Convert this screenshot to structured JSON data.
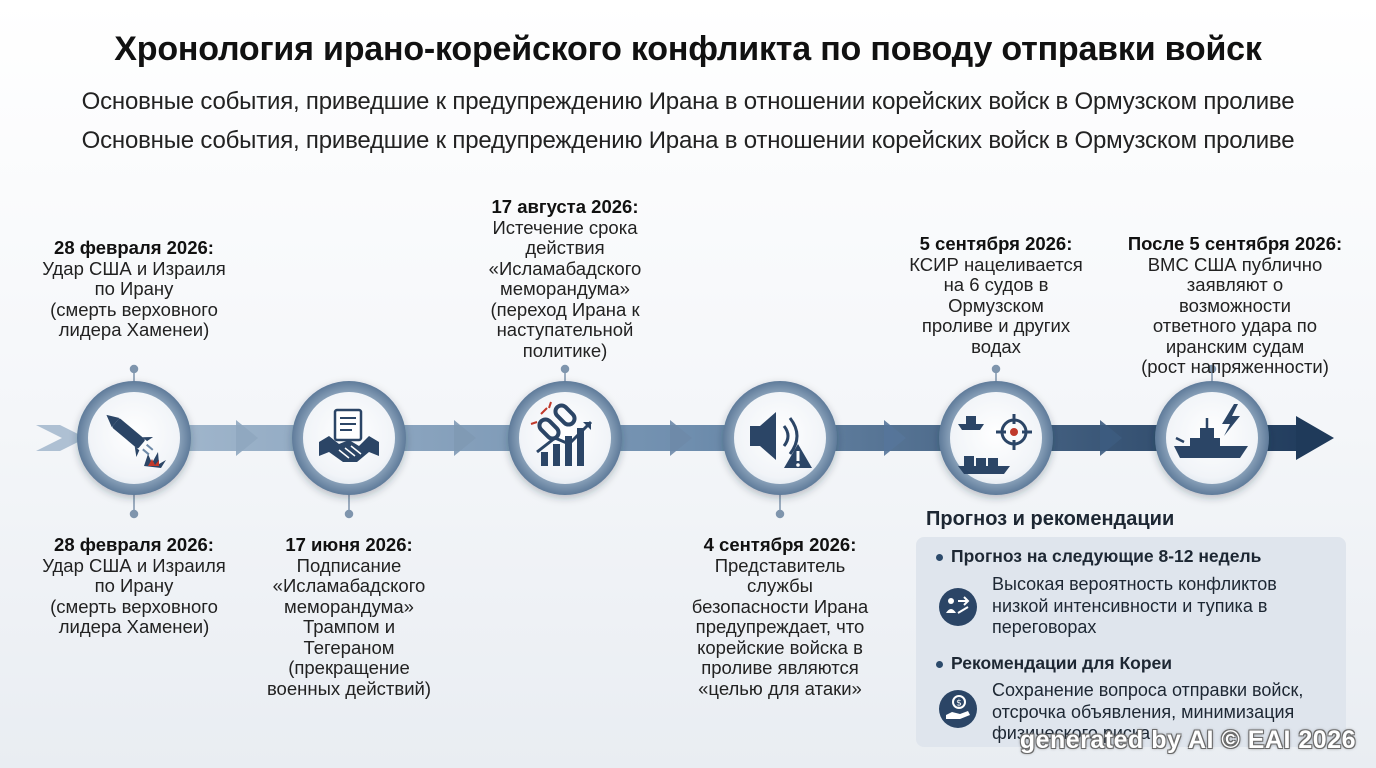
{
  "title": "Хронология ирано-корейского конфликта по поводу отправки войск",
  "subtitle_1": "Основные события, приведшие к предупреждению Ирана в отношении корейских войск в Ормузском проливе",
  "subtitle_2": "Основные события, приведшие к предупреждению Ирана в отношении корейских войск в Ормузском проливе",
  "events_top": [
    {
      "date": "28 февраля 2026:",
      "text": "Удар США и Израиля\nпо Ирану\n(смерть верховного\nлидера Хаменеи)"
    },
    {
      "date": "17 августа 2026:",
      "text": "Истечение срока\nдействия\n«Исламабадского\nмеморандума»\n(переход Ирана к\nнаступательной\nполитике)"
    },
    {
      "date": "5 сентября 2026:",
      "text": "КСИР нацеливается\nна 6 судов в\nОрмузском\nпроливе и других\nводах"
    },
    {
      "date": "После 5 сентября 2026:",
      "text": "ВМС США публично\nзаявляют о\nвозможности\nответного удара по\nиранским судам\n(рост напряженности)"
    }
  ],
  "events_bottom": [
    {
      "date": "28 февраля 2026:",
      "text": "Удар США и Израиля\nпо Ирану\n(смерть верховного\nлидера Хаменеи)"
    },
    {
      "date": "17 июня 2026:",
      "text": "Подписание\n«Исламабадского\nмеморандума»\nТрампом и\nТегераном\n(прекращение\nвоенных действий)"
    },
    {
      "date": "4 сентября 2026:",
      "text": "Представитель\nслужбы\nбезопасности Ирана\nпредупреждает, что\nкорейские войска в\nпроливе являются\n«целью для атаки»"
    }
  ],
  "timeline_icons": [
    "missile-icon",
    "handshake-document-icon",
    "broken-chain-chart-icon",
    "speaker-warning-icon",
    "ships-target-icon",
    "warship-lightning-icon"
  ],
  "forecast": {
    "title": "Прогноз и рекомендации",
    "items": [
      {
        "heading": "Прогноз на следующие 8-12 недель",
        "text": "Высокая вероятность конфликтов\nнизкой интенсивности и тупика в\nпереговорах",
        "icon": "forecast-icon"
      },
      {
        "heading": "Рекомендации для Кореи",
        "text": "Сохранение вопроса отправки войск,\nотсрочка объявления, минимизация\nфизического риска",
        "icon": "hand-coin-icon"
      }
    ]
  },
  "watermark": "generated by AI © EAI 2026",
  "colors": {
    "arrow_light": "#9db3c8",
    "arrow_dark": "#243f5f",
    "circle_ring": "#6e8aa8",
    "icon": "#2b4566",
    "accent": "#c0392b"
  }
}
